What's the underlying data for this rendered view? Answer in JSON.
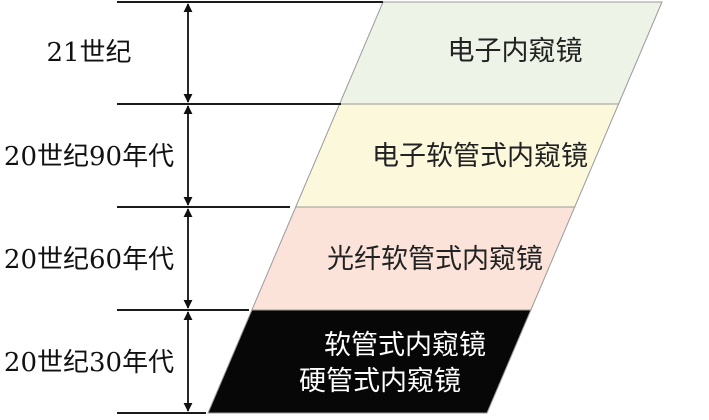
{
  "colors": {
    "line": "#1a1a1a",
    "arrow": "#111111",
    "band_border": "#9a9a9a"
  },
  "eras": [
    {
      "label": "21世纪",
      "fill": "#eef3e8",
      "text_color": "#222222",
      "texts": [
        "电子内窥镜"
      ]
    },
    {
      "label": "20世纪90年代",
      "fill": "#fbf8dc",
      "text_color": "#222222",
      "texts": [
        "电子软管式内窥镜"
      ]
    },
    {
      "label": "20世纪60年代",
      "fill": "#fbe3da",
      "text_color": "#222222",
      "texts": [
        "光纤软管式内窥镜"
      ]
    },
    {
      "label": "20世纪30年代",
      "fill": "#070707",
      "text_color": "#ffffff",
      "texts": [
        "软管式内窥镜",
        "硬管式内窥镜"
      ]
    }
  ]
}
